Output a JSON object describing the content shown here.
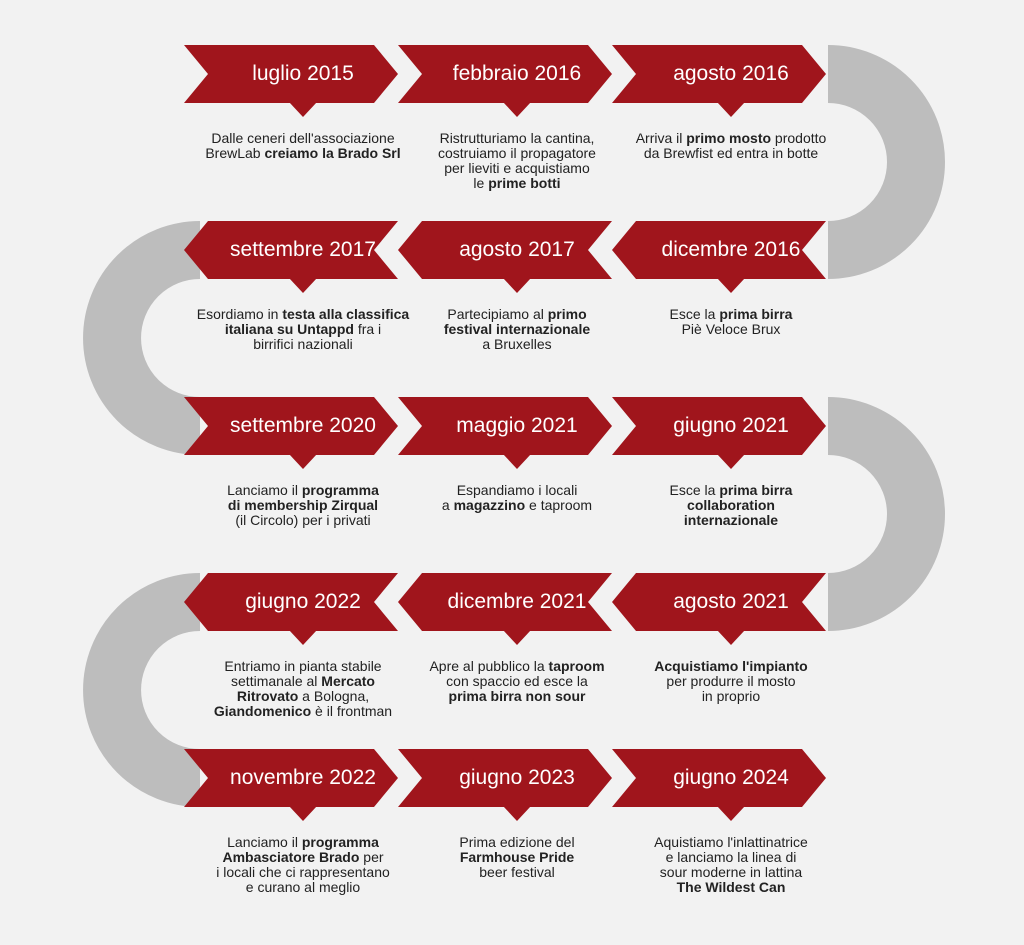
{
  "colors": {
    "accent": "#a0151c",
    "connector": "#bdbdbd",
    "background": "#f2f2f2",
    "text": "#222222"
  },
  "rows": [
    {
      "direction": "right",
      "events": [
        {
          "date": "luglio 2015",
          "desc": [
            [
              {
                "t": "Dalle ceneri dell'associazione"
              }
            ],
            [
              {
                "t": "BrewLab "
              },
              {
                "t": "creiamo la Brado Srl",
                "b": true
              }
            ]
          ]
        },
        {
          "date": "febbraio 2016",
          "desc": [
            [
              {
                "t": "Ristrutturiamo la cantina,"
              }
            ],
            [
              {
                "t": "costruiamo il propagatore"
              }
            ],
            [
              {
                "t": "per lieviti e acquistiamo"
              }
            ],
            [
              {
                "t": "le "
              },
              {
                "t": "prime botti",
                "b": true
              }
            ]
          ]
        },
        {
          "date": "agosto 2016",
          "desc": [
            [
              {
                "t": "Arriva il "
              },
              {
                "t": "primo mosto",
                "b": true
              },
              {
                "t": " prodotto"
              }
            ],
            [
              {
                "t": "da Brewfist ed entra in botte"
              }
            ]
          ]
        }
      ]
    },
    {
      "direction": "left",
      "events": [
        {
          "date": "settembre 2017",
          "desc": [
            [
              {
                "t": "Esordiamo in "
              },
              {
                "t": "testa alla classifica",
                "b": true
              }
            ],
            [
              {
                "t": "italiana su Untappd",
                "b": true
              },
              {
                "t": " fra i"
              }
            ],
            [
              {
                "t": "birrifici nazionali"
              }
            ]
          ]
        },
        {
          "date": "agosto 2017",
          "desc": [
            [
              {
                "t": "Partecipiamo al "
              },
              {
                "t": "primo",
                "b": true
              }
            ],
            [
              {
                "t": "festival internazionale",
                "b": true
              }
            ],
            [
              {
                "t": "a Bruxelles"
              }
            ]
          ]
        },
        {
          "date": "dicembre 2016",
          "desc": [
            [
              {
                "t": "Esce la "
              },
              {
                "t": "prima birra",
                "b": true
              }
            ],
            [
              {
                "t": "Piè Veloce Brux"
              }
            ]
          ]
        }
      ]
    },
    {
      "direction": "right",
      "events": [
        {
          "date": "settembre 2020",
          "desc": [
            [
              {
                "t": "Lanciamo il "
              },
              {
                "t": "programma",
                "b": true
              }
            ],
            [
              {
                "t": "di membership Zirqual",
                "b": true
              }
            ],
            [
              {
                "t": "(il Circolo) per i privati"
              }
            ]
          ]
        },
        {
          "date": "maggio 2021",
          "desc": [
            [
              {
                "t": "Espandiamo i locali"
              }
            ],
            [
              {
                "t": "a "
              },
              {
                "t": "magazzino",
                "b": true
              },
              {
                "t": " e taproom"
              }
            ]
          ]
        },
        {
          "date": "giugno 2021",
          "desc": [
            [
              {
                "t": "Esce la "
              },
              {
                "t": "prima birra",
                "b": true
              }
            ],
            [
              {
                "t": "collaboration",
                "b": true
              }
            ],
            [
              {
                "t": "internazionale",
                "b": true
              }
            ]
          ]
        }
      ]
    },
    {
      "direction": "left",
      "events": [
        {
          "date": "giugno 2022",
          "desc": [
            [
              {
                "t": "Entriamo in pianta stabile"
              }
            ],
            [
              {
                "t": "settimanale al "
              },
              {
                "t": "Mercato",
                "b": true
              }
            ],
            [
              {
                "t": "Ritrovato",
                "b": true
              },
              {
                "t": " a Bologna,"
              }
            ],
            [
              {
                "t": "Giandomenico",
                "b": true
              },
              {
                "t": " è il frontman"
              }
            ]
          ]
        },
        {
          "date": "dicembre 2021",
          "desc": [
            [
              {
                "t": "Apre al pubblico la "
              },
              {
                "t": "taproom",
                "b": true
              }
            ],
            [
              {
                "t": "con spaccio ed esce la"
              }
            ],
            [
              {
                "t": "prima birra non sour",
                "b": true
              }
            ]
          ]
        },
        {
          "date": "agosto 2021",
          "desc": [
            [
              {
                "t": "Acquistiamo l'impianto",
                "b": true
              }
            ],
            [
              {
                "t": "per produrre il mosto"
              }
            ],
            [
              {
                "t": "in proprio"
              }
            ]
          ]
        }
      ]
    },
    {
      "direction": "right",
      "events": [
        {
          "date": "novembre 2022",
          "desc": [
            [
              {
                "t": "Lanciamo il "
              },
              {
                "t": "programma",
                "b": true
              }
            ],
            [
              {
                "t": "Ambasciatore Brado",
                "b": true
              },
              {
                "t": " per"
              }
            ],
            [
              {
                "t": "i locali che ci rappresentano"
              }
            ],
            [
              {
                "t": "e curano al meglio"
              }
            ]
          ]
        },
        {
          "date": "giugno 2023",
          "desc": [
            [
              {
                "t": "Prima edizione del"
              }
            ],
            [
              {
                "t": "Farmhouse Pride",
                "b": true
              }
            ],
            [
              {
                "t": "beer festival"
              }
            ]
          ]
        },
        {
          "date": "giugno 2024",
          "desc": [
            [
              {
                "t": "Aquistiamo l'inlattinatrice"
              }
            ],
            [
              {
                "t": "e lanciamo la linea di"
              }
            ],
            [
              {
                "t": "sour moderne in lattina"
              }
            ],
            [
              {
                "t": "The Wildest Can",
                "b": true
              }
            ]
          ]
        }
      ]
    }
  ]
}
